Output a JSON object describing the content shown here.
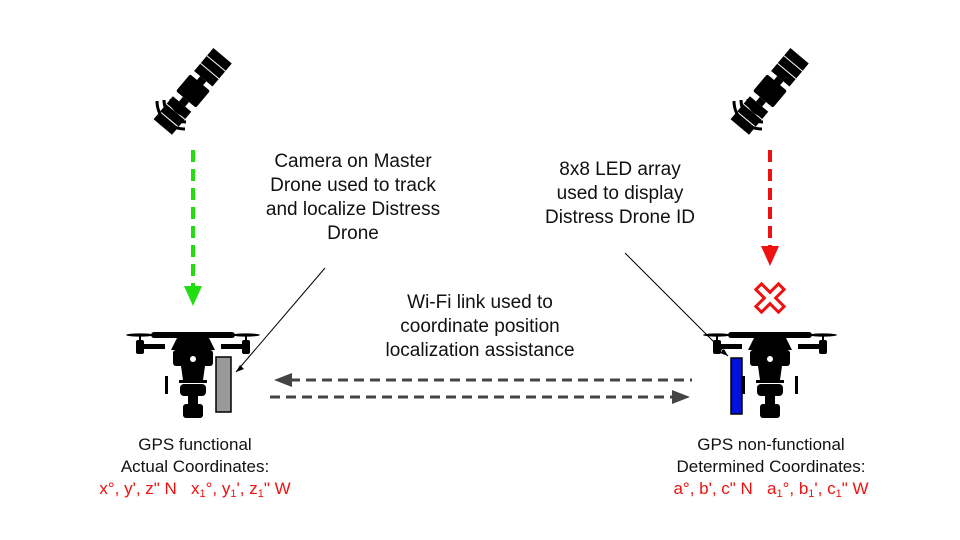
{
  "colors": {
    "gps_ok": "#22dd11",
    "gps_fail": "#ee1111",
    "coordinate_text": "#ee1111",
    "link_arrow": "#444444",
    "camera": "#999999",
    "led_array": "#0011dd"
  },
  "icons": {
    "satellite": "satellite-icon",
    "drone": "drone-icon",
    "failure": "cross-icon"
  },
  "labels": {
    "camera_note": [
      "Camera on Master",
      "Drone used to track",
      "and localize Distress",
      "Drone"
    ],
    "led_note": [
      "8x8 LED array",
      "used to display",
      "Distress Drone ID"
    ],
    "wifi_note": [
      "Wi-Fi link used to",
      "coordinate position",
      "localization assistance"
    ]
  },
  "left_drone": {
    "status": "GPS functional",
    "coords_title": "Actual Coordinates:",
    "lat": {
      "text": "x°, y', z\" N"
    },
    "lon": {
      "a": "x",
      "a_sub": "1",
      "b": "°, y",
      "b_sub": "1",
      "c": "', z",
      "c_sub": "1",
      "d": "\" W"
    }
  },
  "right_drone": {
    "status": "GPS non-functional",
    "coords_title": "Determined Coordinates:",
    "lat": {
      "text": "a°, b', c\" N"
    },
    "lon": {
      "a": "a",
      "a_sub": "1",
      "b": "°, b",
      "b_sub": "1",
      "c": "', c",
      "c_sub": "1",
      "d": "\" W"
    }
  }
}
